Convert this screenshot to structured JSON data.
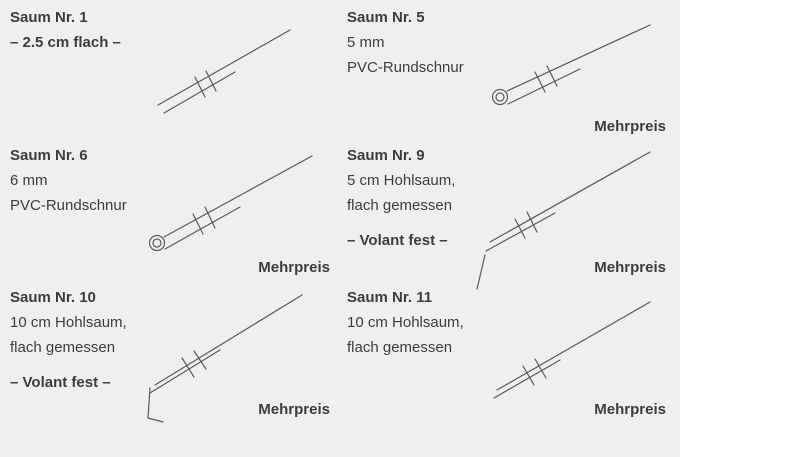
{
  "page": {
    "bg_color": "#f0efed",
    "strip_color": "#ffffff",
    "text_color": "#3d3d3d",
    "line_color": "#5a5a5a"
  },
  "cells": {
    "saum1": {
      "title": "Saum Nr. 1",
      "subtitle": "– 2.5 cm flach –"
    },
    "saum5": {
      "title": "Saum Nr. 5",
      "line1": "5 mm",
      "line2": "PVC-Rundschnur",
      "mehrpreis": "Mehrpreis"
    },
    "saum6": {
      "title": "Saum Nr. 6",
      "line1": "6 mm",
      "line2": "PVC-Rundschnur",
      "mehrpreis": "Mehrpreis"
    },
    "saum9": {
      "title": "Saum Nr. 9",
      "line1": "5 cm Hohlsaum,",
      "line2": "flach gemessen",
      "volant": "– Volant fest –",
      "mehrpreis": "Mehrpreis"
    },
    "saum10": {
      "title": "Saum Nr. 10",
      "line1": "10 cm Hohlsaum,",
      "line2": "flach gemessen",
      "volant": "– Volant fest –",
      "mehrpreis": "Mehrpreis"
    },
    "saum11": {
      "title": "Saum Nr. 11",
      "line1": "10 cm Hohlsaum,",
      "line2": "flach gemessen",
      "mehrpreis": "Mehrpreis"
    }
  }
}
